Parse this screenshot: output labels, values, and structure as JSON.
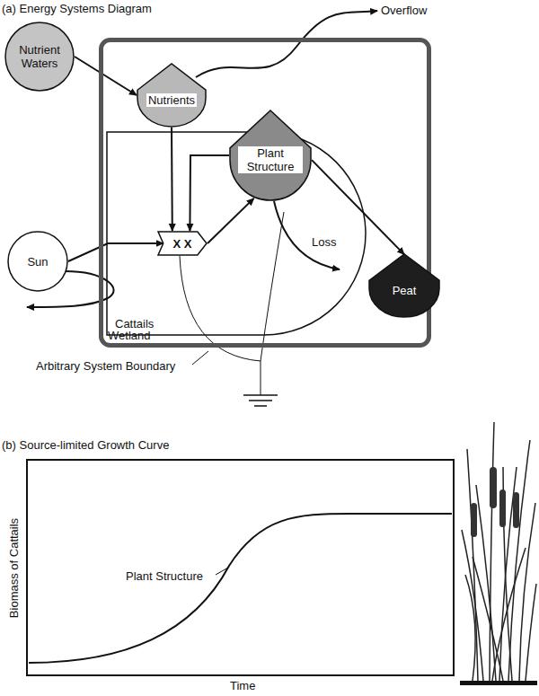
{
  "diagram": {
    "nodes": [
      {
        "text": [
          "Nutrient Waters"
        ]
      },
      {
        "text": [
          "Wetland"
        ]
      },
      {
        "text": [
          "Nutrients"
        ],
        "in": 1
      },
      {
        "text": [
          "Sun"
        ]
      },
      {
        "text": [
          "Cattails"
        ],
        "in": 1
      },
      {
        "text": [
          "X X"
        ],
        "in": 4
      },
      {
        "text": [
          "Plant Structure"
        ],
        "in": 4
      },
      {
        "text": [
          "Peat"
        ],
        "in": 1
      }
    ],
    "edges": [
      {
        "from": 0,
        "to": 2,
        "arrow": "to"
      },
      {
        "from": 2,
        "to": 5,
        "arrow": "to"
      },
      {
        "from": 3,
        "to": 5,
        "arrow": "to"
      },
      {
        "from": 5,
        "to": 6,
        "arrow": "to"
      },
      {
        "from": 6,
        "to": 5,
        "arrow": "to"
      },
      {
        "from": 6,
        "to": 7,
        "arrow": "to"
      }
    ],
    "labels": [
      "(a) Energy Systems Diagram",
      "Overflow",
      "Loss",
      "Arbitrary System Boundary",
      "(b) Source-limited Growth Curve",
      "Plant Structure",
      "Biomass of Cattails",
      "Time"
    ]
  }
}
